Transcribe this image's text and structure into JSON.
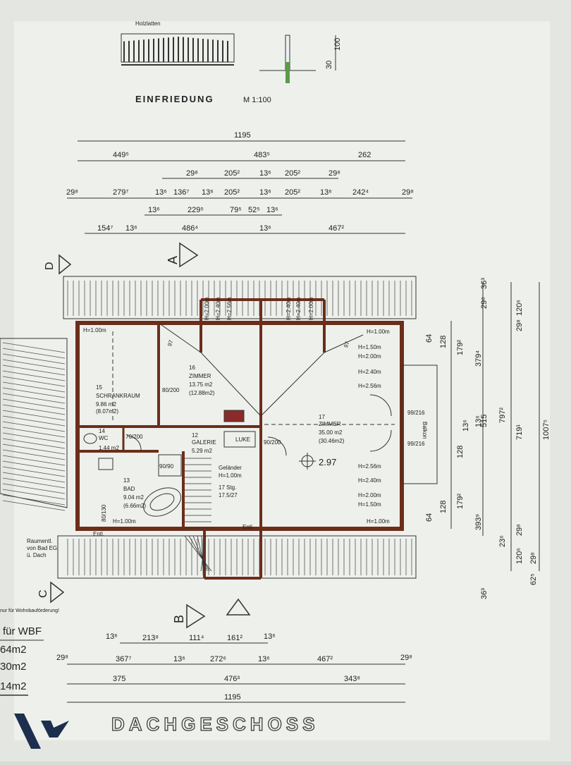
{
  "header": {
    "fence_label": "Holzlatten",
    "fence_title": "EINFRIEDUNG",
    "fence_scale": "M 1:100",
    "fence_dims": [
      "100",
      "30"
    ]
  },
  "top_dims": {
    "row1": [
      "1195"
    ],
    "row2": [
      "449⁵",
      "483⁵",
      "262"
    ],
    "row3": [
      "29⁸",
      "205²",
      "13⁶",
      "205²",
      "29⁸"
    ],
    "row4": [
      "29⁸",
      "279⁷",
      "13⁶",
      "136⁷",
      "13⁶",
      "205²",
      "13⁶",
      "205²",
      "13⁶",
      "242⁴",
      "29⁸"
    ],
    "row5": [
      "13⁶",
      "229⁵",
      "79⁵",
      "52⁵",
      "13⁶"
    ],
    "row6": [
      "154⁷",
      "13⁶",
      "486⁴",
      "13⁶",
      "467²"
    ]
  },
  "bottom_dims": {
    "row1": [
      "13⁶",
      "213⁸",
      "111⁴",
      "161²",
      "13⁶"
    ],
    "row2": [
      "29⁸",
      "367⁷",
      "13⁶",
      "272⁶",
      "13⁶",
      "467²",
      "29⁸"
    ],
    "row3": [
      "375",
      "476³",
      "343⁸"
    ],
    "row4": [
      "1195"
    ]
  },
  "right_dims": {
    "col1": [
      "64",
      "128",
      "179²",
      "13⁶",
      "128",
      "179²",
      "128",
      "64"
    ],
    "col2": [
      "379⁴",
      "797²",
      "13⁶",
      "393⁹"
    ],
    "col3": [
      "36³",
      "29⁸",
      "120⁶",
      "29⁸",
      "515",
      "719¹",
      "29⁸",
      "23⁶",
      "120⁶",
      "29⁸",
      "36³"
    ],
    "col4": [
      "1007⁵",
      "62⁵"
    ]
  },
  "section_markers": [
    "A",
    "B",
    "C",
    "D"
  ],
  "rooms": [
    {
      "num": "15",
      "name": "SCHRANKRAUM",
      "area": "9.86 m2",
      "area2": "(8.07m2)"
    },
    {
      "num": "16",
      "name": "ZIMMER",
      "area": "13.75 m2",
      "area2": "(12.88m2)"
    },
    {
      "num": "17",
      "name": "ZIMMER",
      "area": "35.00 m2",
      "area2": "(30.46m2)"
    },
    {
      "num": "12",
      "name": "GALERIE",
      "area": "5.29 m2",
      "area2": ""
    },
    {
      "num": "14",
      "name": "WC",
      "area": "1.44 m2",
      "area2": ""
    },
    {
      "num": "13",
      "name": "BAD",
      "area": "9.04 m2",
      "area2": "(6.66m2)"
    }
  ],
  "labels": {
    "luke": "LUKE",
    "balkon": "Balkon",
    "level": "2.97",
    "gelaender": "Geländer",
    "gelaender_h": "H=1.00m",
    "stairs": "17 Stg.",
    "stairs_ratio": "17.5/27",
    "entl": "Entl.",
    "raumentl": [
      "Raumentl.",
      "von Bad EG",
      "ü. Dach"
    ],
    "wbf_note": "nur für Wohnbauförderung!",
    "wbf_title": "für WBF",
    "wbf_values": [
      "64m2",
      "30m2",
      "14m2"
    ],
    "height_labels": [
      "H=1.00m",
      "H=2.00m",
      "H=2.40m",
      "H=2.56m",
      "H=1.50m",
      "H=1.00m",
      "H=2.56m",
      "H=2.40m",
      "H=2.00m",
      "H=1.50m",
      "H=1.00m",
      "H=2.56m",
      "H=2.40m",
      "H=2.00m"
    ],
    "door_dims": [
      "97",
      "80/200",
      "70/200",
      "90/200",
      "99/216",
      "90/90",
      "80/130",
      "97"
    ]
  },
  "footer": {
    "title": "DACHGESCHOSS",
    "logo": "W"
  }
}
